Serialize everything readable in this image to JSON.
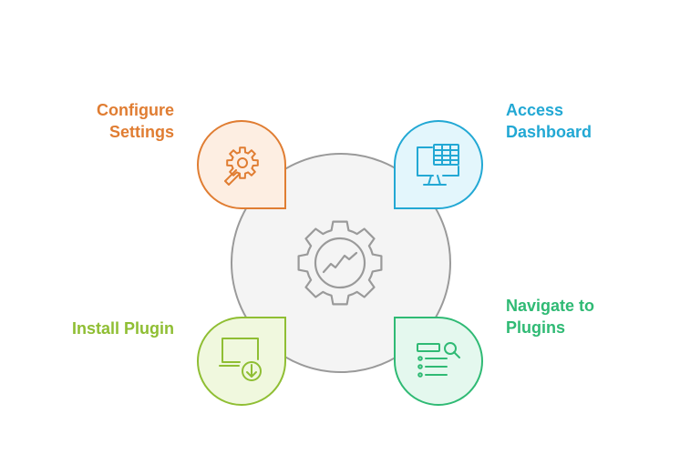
{
  "steps": {
    "configure": {
      "line1": "Configure",
      "line2": "Settings",
      "color": "#e07d32",
      "fill": "#fdeee2",
      "icon": "wrench-gear-icon"
    },
    "access": {
      "line1": "Access",
      "line2": "Dashboard",
      "color": "#22a8d4",
      "fill": "#e3f6fc",
      "icon": "monitor-table-icon"
    },
    "navigate": {
      "line1": "Navigate to",
      "line2": "Plugins",
      "color": "#2fba74",
      "fill": "#e4f8ee",
      "icon": "list-search-icon"
    },
    "install": {
      "label": "Install Plugin",
      "color": "#8fbe33",
      "fill": "#f0f8de",
      "icon": "download-window-icon"
    }
  },
  "center": {
    "icon": "gear-chart-icon",
    "fill": "#f4f4f4",
    "stroke": "#9a9a9a"
  }
}
